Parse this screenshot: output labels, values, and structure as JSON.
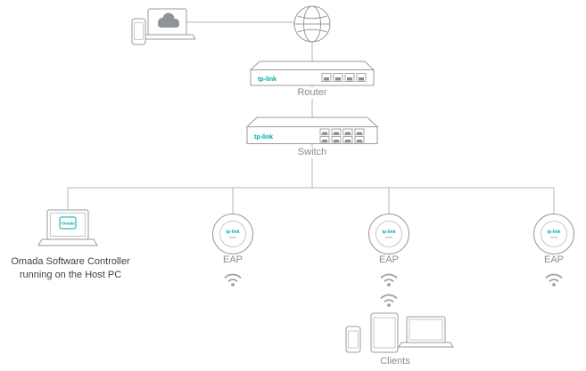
{
  "diagram": {
    "admin_devices": {
      "icons": [
        "smartphone-icon",
        "laptop-icon",
        "cloud-icon"
      ]
    },
    "internet": {
      "icon": "globe-icon"
    },
    "router": {
      "label": "Router",
      "brand": "tp-link",
      "port_count": 4
    },
    "switch": {
      "label": "Switch",
      "brand": "tp-link",
      "port_count": 8
    },
    "controller": {
      "label_line1": "Omada Software Controller",
      "label_line2": "running on the Host PC",
      "badge": "Omada"
    },
    "eaps": [
      {
        "label": "EAP",
        "brand": "tp-link"
      },
      {
        "label": "EAP",
        "brand": "tp-link"
      },
      {
        "label": "EAP",
        "brand": "tp-link"
      }
    ],
    "clients": {
      "label": "Clients",
      "icons": [
        "smartphone-icon",
        "tablet-icon",
        "laptop-icon"
      ]
    }
  },
  "colors": {
    "connector": "#b5b5b6",
    "label_text": "#8c8c8c",
    "dark_text": "#3f3f3f",
    "accent": "#00a9a9",
    "device_outline": "#9b9b9b"
  }
}
